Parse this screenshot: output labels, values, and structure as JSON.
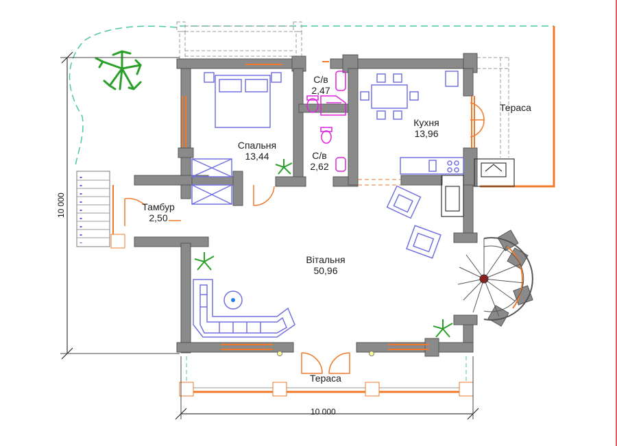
{
  "rooms": {
    "bathroom_top": {
      "name": "С/в",
      "area": "2,47"
    },
    "bathroom_bottom": {
      "name": "С/в",
      "area": "2,62"
    },
    "bedroom": {
      "name": "Спальня",
      "area": "13,44"
    },
    "kitchen": {
      "name": "Кухня",
      "area": "13,96"
    },
    "vestibule": {
      "name": "Тамбур",
      "area": "2,50"
    },
    "living_room": {
      "name": "Вітальня",
      "area": "50,96"
    },
    "terrace_right": {
      "name": "Тераса"
    },
    "terrace_bottom": {
      "name": "Тераса"
    }
  },
  "dimensions": {
    "width": "10 000",
    "height": "10 000"
  },
  "colors": {
    "wall": "#8a8a8a",
    "window_door": "#f07828",
    "furniture": "#5a5ae0",
    "sanitary": "#e020e0",
    "plant": "#2aa02a",
    "ghost": "#4cc8a0"
  }
}
